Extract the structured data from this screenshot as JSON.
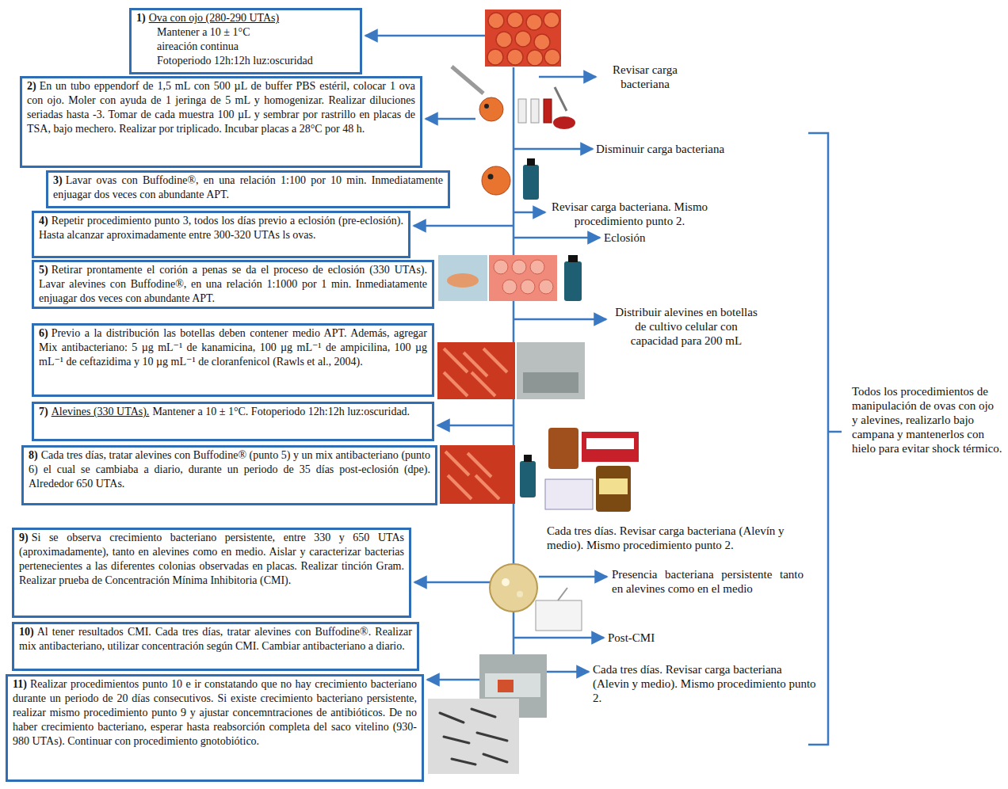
{
  "diagram": {
    "nodes": [
      {
        "text": [
          "1)",
          "Ova con ojo (280-290 UTAs)",
          "Mantener a 10 ± 1°C",
          "aireación continua",
          "Fotoperiodo 12h:12h luz:oscuridad"
        ]
      },
      {
        "text": [
          "2)",
          "En un tubo eppendorf de 1,5 mL con 500 µL de buffer PBS estéril, colocar 1 ova con ojo. Moler con ayuda de 1 jeringa de 5 mL y homogenizar. Realizar diluciones seriadas hasta -3. Tomar de cada muestra 100 µL y sembrar por rastrillo en placas de TSA, bajo mechero. Realizar por triplicado. Incubar placas a 28°C por 48 h."
        ]
      },
      {
        "text": [
          "3)",
          "Lavar ovas con Buffodine®, en una relación 1:100 por 10 min. Inmediatamente enjuagar dos veces con abundante APT."
        ]
      },
      {
        "text": [
          "4)",
          "Repetir procedimiento punto 3, todos los días previo a eclosión (pre-eclosión). Hasta alcanzar aproximadamente entre 300-320 UTAs ls ovas."
        ]
      },
      {
        "text": [
          "5)",
          "Retirar prontamente el corión a penas se da el proceso de eclosión (330 UTAs). Lavar alevines con Buffodine®, en una relación 1:1000 por 1 min. Inmediatamente enjuagar dos veces con abundante APT."
        ]
      },
      {
        "text": [
          "6)",
          "Previo a la distribución las botellas deben contener medio APT. Además, agregar Mix antibacteriano: 5 µg mL⁻¹ de kanamicina, 100 µg mL⁻¹ de ampicilina, 100 µg mL⁻¹ de ceftazidima y 10 µg mL⁻¹ de cloranfenicol (Rawls et al., 2004)."
        ]
      },
      {
        "text": [
          "7)",
          "Alevines (330 UTAs).",
          "Mantener a 10 ± 1°C. Fotoperiodo 12h:12h luz:oscuridad."
        ]
      },
      {
        "text": [
          "8)",
          "Cada tres días, tratar alevines con Buffodine® (punto 5) y un mix antibacteriano (punto 6) el cual se cambiaba a diario, durante un periodo de 35 días post-eclosión (dpe). Alrededor 650 UTAs."
        ]
      },
      {
        "text": [
          "9)",
          "Si se observa crecimiento bacteriano persistente, entre 330 y 650 UTAs (aproximadamente), tanto en alevines como en medio. Aislar y caracterizar bacterias pertenecientes a las diferentes colonias observadas en placas. Realizar tinción Gram. Realizar prueba de Concentración Mínima Inhibitoria (CMI)."
        ]
      },
      {
        "text": [
          "10)",
          "Al tener resultados CMI. Cada tres días, tratar alevines con Buffodine®. Realizar mix antibacteriano, utilizar concentración según CMI. Cambiar antibacteriano a diario."
        ]
      },
      {
        "text": [
          "11)",
          "Realizar procedimientos punto 10 e ir constatando que no hay crecimiento bacteriano durante un periodo de 20 días consecutivos. Si existe crecimiento bacteriano persistente, realizar mismo procedimiento punto 9 y ajustar concemntraciones de antibióticos. De no haber crecimiento bacteriano, esperar hasta reabsorción completa del saco vitelino (930-980 UTAs). Continuar con procedimiento gnotobiótico."
        ]
      }
    ],
    "labels": [
      "Revisar carga bacteriana",
      "Disminuir carga bacteriana",
      "Revisar carga bacteriana. Mismo procedimiento punto 2.",
      "Eclosión",
      "Distribuir alevines en botellas de cultivo celular con capacidad para 200 mL",
      "Cada tres días. Revisar carga bacteriana (Alevín y medio). Mismo procedimiento punto 2.",
      "Presencia bacteriana persistente tanto en alevines como en el medio",
      "Post-CMI",
      "Cada tres días. Revisar carga bacteriana (Alevin y medio). Mismo procedimiento punto 2.",
      "Todos los procedimientos de manipulación de ovas con ojo y alevines, realizarlo bajo campana y mantenerlos con hielo para evitar shock térmico."
    ]
  }
}
